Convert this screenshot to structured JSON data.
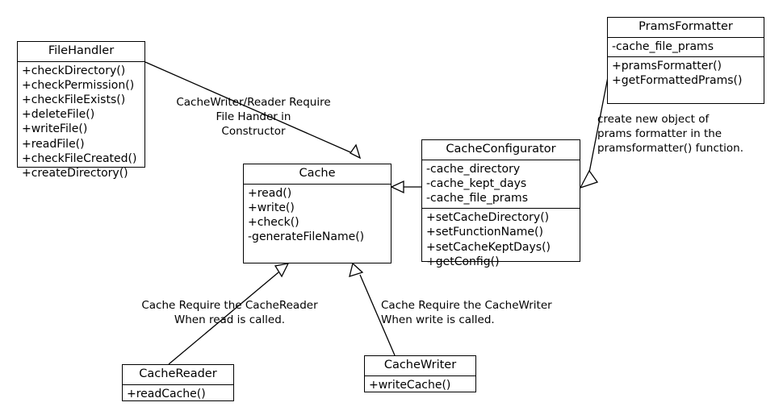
{
  "diagram": {
    "title": "Cache System UML Class Diagram",
    "background": "#ffffff",
    "line_color": "#000000",
    "classes": {
      "file_handler": {
        "name": "FileHandler",
        "attributes": [],
        "methods": [
          "+checkDirectory()",
          "+checkPermission()",
          "+checkFileExists()",
          "+deleteFile()",
          "+writeFile()",
          "+readFile()",
          "+checkFileCreated()",
          "+createDirectory()"
        ]
      },
      "prams_formatter": {
        "name": "PramsFormatter",
        "attributes": [
          "-cache_file_prams"
        ],
        "methods": [
          "+pramsFormatter()",
          "+getFormattedPrams()"
        ]
      },
      "cache": {
        "name": "Cache",
        "attributes": [],
        "methods": [
          "+read()",
          "+write()",
          "+check()",
          "-generateFileName()"
        ]
      },
      "cache_configurator": {
        "name": "CacheConfigurator",
        "attributes": [
          "-cache_directory",
          "-cache_kept_days",
          "-cache_file_prams"
        ],
        "methods": [
          "+setCacheDirectory()",
          "+setFunctionName()",
          "+setCacheKeptDays()",
          "+getConfig()"
        ]
      },
      "cache_reader": {
        "name": "CacheReader",
        "attributes": [],
        "methods": [
          "+readCache()"
        ]
      },
      "cache_writer": {
        "name": "CacheWriter",
        "attributes": [],
        "methods": [
          "+writeCache()"
        ]
      }
    },
    "notes": {
      "file_handler_note": "CacheWriter/Reader Require\nFile Hander in\nConstructor",
      "prams_formatter_note": "create new object of\nprams formatter in the\npramsformatter() function.",
      "cache_reader_note": "Cache Require the CacheReader\nWhen read is called.",
      "cache_writer_note": "Cache Require the CacheWriter\nWhen write is called."
    }
  }
}
